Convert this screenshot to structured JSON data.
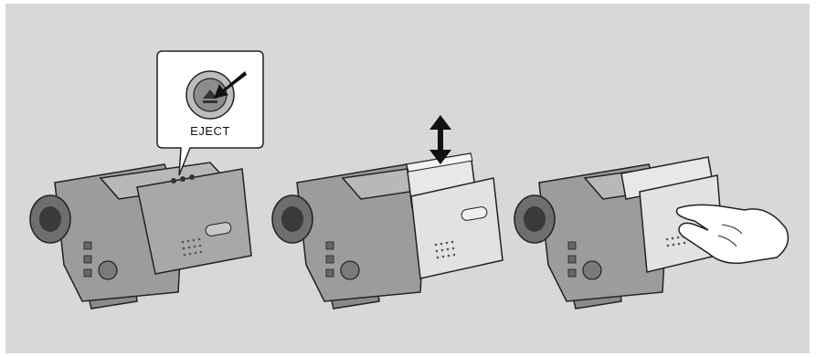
{
  "callout": {
    "label": "EJECT",
    "icon": "eject-icon"
  },
  "steps": [
    {
      "name": "press-eject",
      "icon": "camcorder-icon"
    },
    {
      "name": "insert-remove-cassette",
      "icon": "cassette-up-down-arrow-icon"
    },
    {
      "name": "close-compartment",
      "icon": "hand-push-icon"
    }
  ],
  "colors": {
    "background": "#d8d8d8",
    "body": "#9a9a9a",
    "light_panel": "#e6e6e6",
    "outline": "#222222"
  }
}
